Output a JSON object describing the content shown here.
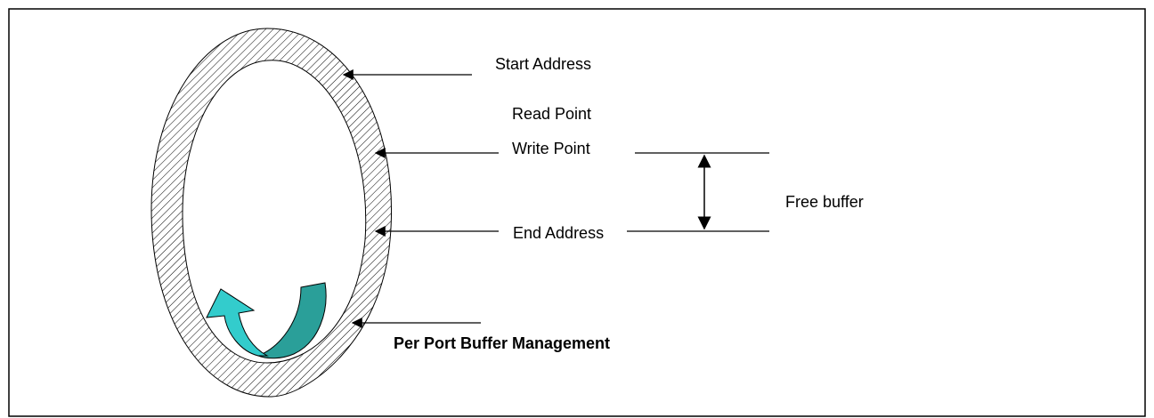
{
  "diagram": {
    "labels": {
      "start_address": "Start Address",
      "read_point": "Read Point",
      "write_point": "Write Point",
      "end_address": "End Address",
      "free_buffer": "Free buffer",
      "per_port_buffer_management": "Per Port Buffer Management"
    },
    "colors": {
      "frame": "#000000",
      "hatch": "#000000",
      "arrow_fill_light": "#33cccc",
      "arrow_fill_dark": "#2a9f99",
      "background": "#ffffff"
    },
    "icons": {
      "ring": "hatched-ring-buffer",
      "cycle_arrow": "curved-circular-arrow"
    }
  }
}
